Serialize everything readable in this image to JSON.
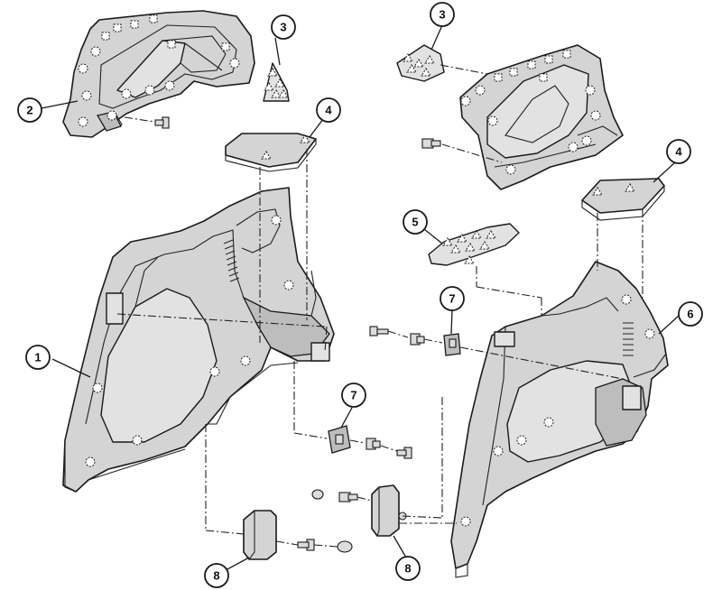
{
  "diagram": {
    "callouts": [
      {
        "id": "c1",
        "label": "1"
      },
      {
        "id": "c2",
        "label": "2"
      },
      {
        "id": "c3a",
        "label": "3"
      },
      {
        "id": "c3b",
        "label": "3"
      },
      {
        "id": "c4a",
        "label": "4"
      },
      {
        "id": "c4b",
        "label": "4"
      },
      {
        "id": "c5",
        "label": "5"
      },
      {
        "id": "c6",
        "label": "6"
      },
      {
        "id": "c7a",
        "label": "7"
      },
      {
        "id": "c7b",
        "label": "7"
      },
      {
        "id": "c8a",
        "label": "8"
      },
      {
        "id": "c8b",
        "label": "8"
      }
    ]
  }
}
